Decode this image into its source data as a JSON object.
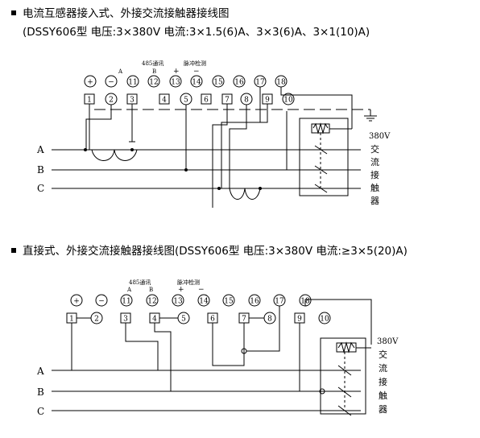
{
  "diagram1": {
    "title": "电流互感器接入式、外接交流接触器接线图",
    "subtitle": "(DSSY606型 电压:3×380V 电流:3×1.5(6)A、3×3(6)A、3×1(10)A)",
    "top_terminals": [
      "+",
      "−",
      "11",
      "12",
      "13",
      "14",
      "15",
      "16",
      "17",
      "18"
    ],
    "label_485": "485通讯",
    "label_485_a": "A",
    "label_485_b": "B",
    "label_pulse": "脉冲检测",
    "label_pulse_plus": "+",
    "label_pulse_minus": "−",
    "terminals": [
      "1",
      "2",
      "3",
      "4",
      "5",
      "6",
      "7",
      "8",
      "9",
      "10"
    ],
    "phases": [
      "A",
      "B",
      "C"
    ],
    "voltage": "380V",
    "contactor_label": [
      "交",
      "流",
      "接",
      "触",
      "器"
    ]
  },
  "diagram2": {
    "title": "直接式、外接交流接触器接线图(DSSY606型 电压:3×380V 电流:≥3×5(20)A)",
    "top_terminals": [
      "+",
      "−",
      "11",
      "12",
      "13",
      "14",
      "15",
      "16",
      "17",
      "18"
    ],
    "label_485": "485通讯",
    "label_485_a": "A",
    "label_485_b": "B",
    "label_pulse": "脉冲检测",
    "label_pulse_plus": "+",
    "label_pulse_minus": "−",
    "terminals": [
      "1",
      "2",
      "3",
      "4",
      "5",
      "6",
      "7",
      "8",
      "9",
      "10"
    ],
    "phases": [
      "A",
      "B",
      "C"
    ],
    "voltage": "380V",
    "contactor_label": [
      "交",
      "流",
      "接",
      "触",
      "器"
    ]
  }
}
